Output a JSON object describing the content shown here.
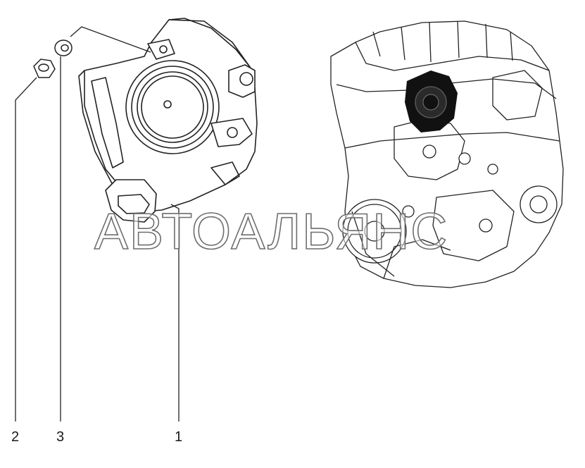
{
  "callouts": [
    {
      "id": "1",
      "label": "1"
    },
    {
      "id": "2",
      "label": "2"
    },
    {
      "id": "3",
      "label": "3"
    }
  ],
  "watermark": "АВТОАЛЬЯНС",
  "colors": {
    "line": "#222222",
    "fill": "#ffffff",
    "watermark_stroke": "#6e6e6e"
  }
}
